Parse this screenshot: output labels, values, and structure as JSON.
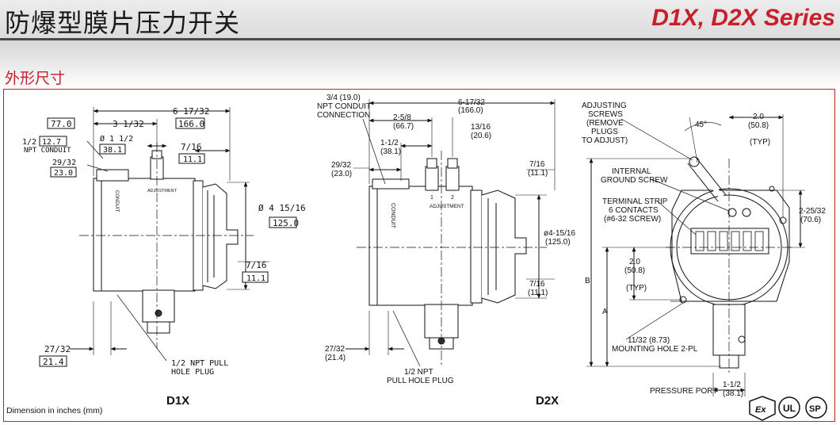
{
  "header": {
    "title_cn": "防爆型膜片压力开关",
    "series": "D1X, D2X Series"
  },
  "section": {
    "title_cn": "外形尺寸"
  },
  "footer": {
    "dimension_note": "Dimension in inches (mm)"
  },
  "d1x": {
    "caption": "D1X",
    "dim_77": "77.0",
    "dim_3_1_32": "3 1/32",
    "dim_6_17_32": "6 17/32",
    "dim_166": "166.0",
    "dim_half": "1/2",
    "dim_12_7": "12.7",
    "npt_conduit": "NPT CONDUIT",
    "dim_dia_1_half": "Ø 1 1/2",
    "dim_38_1": "38.1",
    "dim_29_32": "29/32",
    "dim_23": "23.0",
    "dim_7_16_top": "7/16",
    "dim_11_1_top": "11.1",
    "dim_dia_4_15_16": "Ø 4 15/16",
    "dim_125": "125.0",
    "dim_7_16_bot": "7/16",
    "dim_11_1_bot": "11.1",
    "dim_27_32": "27/32",
    "dim_21_4": "21.4",
    "pull_hole_1": "1/2 NPT PULL",
    "pull_hole_2": "HOLE PLUG",
    "conduit_label": "CONDUIT",
    "adjustment_label": "ADJUSTMENT"
  },
  "d2x": {
    "caption": "D2X",
    "npt_1": "3/4 (19.0)",
    "npt_2": "NPT CONDUIT",
    "npt_3": "CONNECTION",
    "dim_6_17_32": "6-17/32",
    "dim_166": "(166.0)",
    "dim_2_5_8": "2-5/8",
    "dim_66_7": "(66.7)",
    "dim_13_16": "13/16",
    "dim_20_6": "(20.6)",
    "dim_1_half": "1-1/2",
    "dim_38_1": "(38.1)",
    "dim_29_32": "29/32",
    "dim_23": "(23.0)",
    "dim_7_16_top": "7/16",
    "dim_11_1_top": "(11.1)",
    "dim_dia": "ø4-15/16",
    "dim_125": "(125.0)",
    "dim_7_16_bot": "7/16",
    "dim_11_1_bot": "(11.1)",
    "dim_27_32": "27/32",
    "dim_21_4": "(21.4)",
    "pull_1": "1/2 NPT",
    "pull_2": "PULL HOLE PLUG",
    "conduit_label": "CONDUIT",
    "adjustment_label": "ADJUSTMENT",
    "screw_1": "1",
    "screw_2": "2"
  },
  "side": {
    "adj_1": "ADJUSTING",
    "adj_2": "SCREWS",
    "adj_3": "(REMOVE",
    "adj_4": "PLUGS",
    "adj_5": "TO ADJUST)",
    "angle": "45°",
    "dim_2_0": "2.0",
    "dim_50_8": "(50.8)",
    "typ": "(TYP)",
    "ground_1": "INTERNAL",
    "ground_2": "GROUND SCREW",
    "term_1": "TERMINAL STRIP",
    "term_2": "6 CONTACTS",
    "term_3": "(#6-32 SCREW)",
    "dim_2_25_32": "2-25/32",
    "dim_70_6": "(70.6)",
    "mid_2_0": "2.0",
    "mid_50_8": "(50.8)",
    "mid_typ": "(TYP)",
    "label_b": "B",
    "label_a": "A",
    "mount_1": "11/32 (8.73)",
    "mount_2": "MOUNTING HOLE 2-PL",
    "pressure_port": "PRESSURE PORT",
    "dim_1_half": "1-1/2",
    "dim_38_1": "(38.1)"
  },
  "certs": {
    "ex": "Ex",
    "ul": "UL",
    "csa": "SP"
  }
}
